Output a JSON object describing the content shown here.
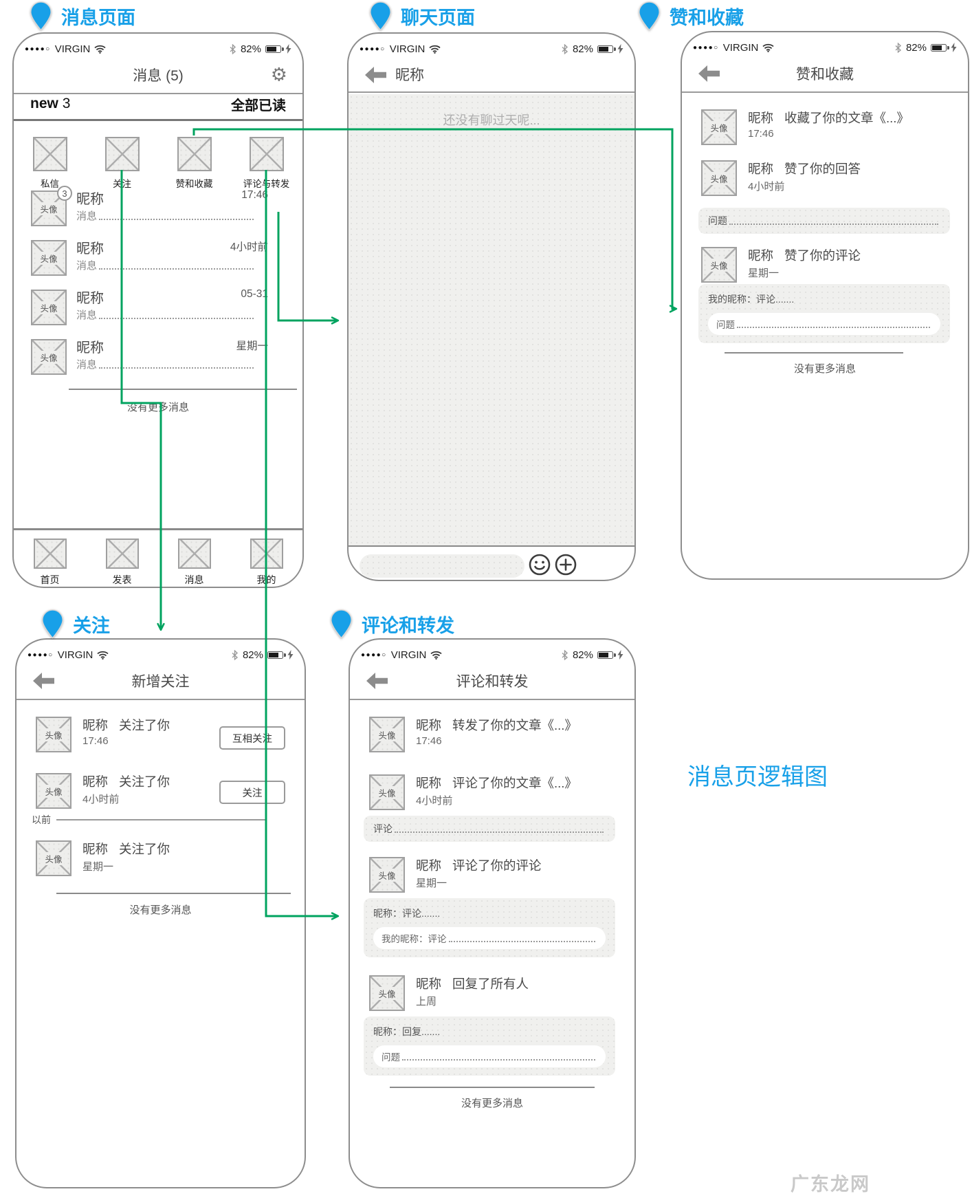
{
  "colors": {
    "accent_blue": "#18A0E8",
    "flow_green": "#00A35F"
  },
  "icons": {
    "gear": "⚙",
    "signal_dots": "●●●●○"
  },
  "status": {
    "carrier": "VIRGIN",
    "battery": "82%"
  },
  "pins": [
    {
      "label": "消息页面"
    },
    {
      "label": "聊天页面"
    },
    {
      "label": "赞和收藏"
    },
    {
      "label": "关注"
    },
    {
      "label": "评论和转发"
    }
  ],
  "caption": "消息页逻辑图",
  "watermark": "广东龙网",
  "avatar_label": "头像",
  "phone_messages": {
    "title": "消息 (5)",
    "new_prefix": "new",
    "new_count": "3",
    "read_all": "全部已读",
    "shortcuts": [
      {
        "label": "私信"
      },
      {
        "label": "关注"
      },
      {
        "label": "赞和收藏"
      },
      {
        "label": "评论与转发"
      }
    ],
    "items": [
      {
        "badge": "3",
        "name": "昵称",
        "preview": "消息",
        "time": "17:46"
      },
      {
        "name": "昵称",
        "preview": "消息",
        "time": "4小时前"
      },
      {
        "name": "昵称",
        "preview": "消息",
        "time": "05-31"
      },
      {
        "name": "昵称",
        "preview": "消息",
        "time": "星期一"
      }
    ],
    "no_more": "没有更多消息",
    "tabbar": [
      {
        "label": "首页"
      },
      {
        "label": "发表"
      },
      {
        "label": "消息"
      },
      {
        "label": "我的"
      }
    ]
  },
  "phone_chat": {
    "title": "昵称",
    "empty_text": "还没有聊过天呢..."
  },
  "phone_likes": {
    "title": "赞和收藏",
    "items": [
      {
        "name": "昵称",
        "action": "收藏了你的文章《...》",
        "time": "17:46"
      },
      {
        "name": "昵称",
        "action": "赞了你的回答",
        "time": "4小时前",
        "quote": "问题"
      },
      {
        "name": "昵称",
        "action": "赞了你的评论",
        "time": "星期一",
        "context": "我的昵称：评论.......",
        "quote": "问题"
      }
    ],
    "no_more": "没有更多消息"
  },
  "phone_follow": {
    "title": "新增关注",
    "items": [
      {
        "name": "昵称",
        "action": "关注了你",
        "time": "17:46",
        "button": "互相关注"
      },
      {
        "name": "昵称",
        "action": "关注了你",
        "time": "4小时前",
        "button": "关注"
      },
      {
        "name": "昵称",
        "action": "关注了你",
        "time": "星期一"
      }
    ],
    "earlier": "以前",
    "no_more": "没有更多消息"
  },
  "phone_comments": {
    "title": "评论和转发",
    "items": [
      {
        "name": "昵称",
        "action": "转发了你的文章《...》",
        "time": "17:46"
      },
      {
        "name": "昵称",
        "action": "评论了你的文章《...》",
        "time": "4小时前",
        "quote": "评论"
      },
      {
        "name": "昵称",
        "action": "评论了你的评论",
        "time": "星期一",
        "context": "昵称：评论.......",
        "quote": "我的昵称：评论"
      },
      {
        "name": "昵称",
        "action": "回复了所有人",
        "time": "上周",
        "context": "昵称：回复.......",
        "quote": "问题"
      }
    ],
    "no_more": "没有更多消息"
  }
}
